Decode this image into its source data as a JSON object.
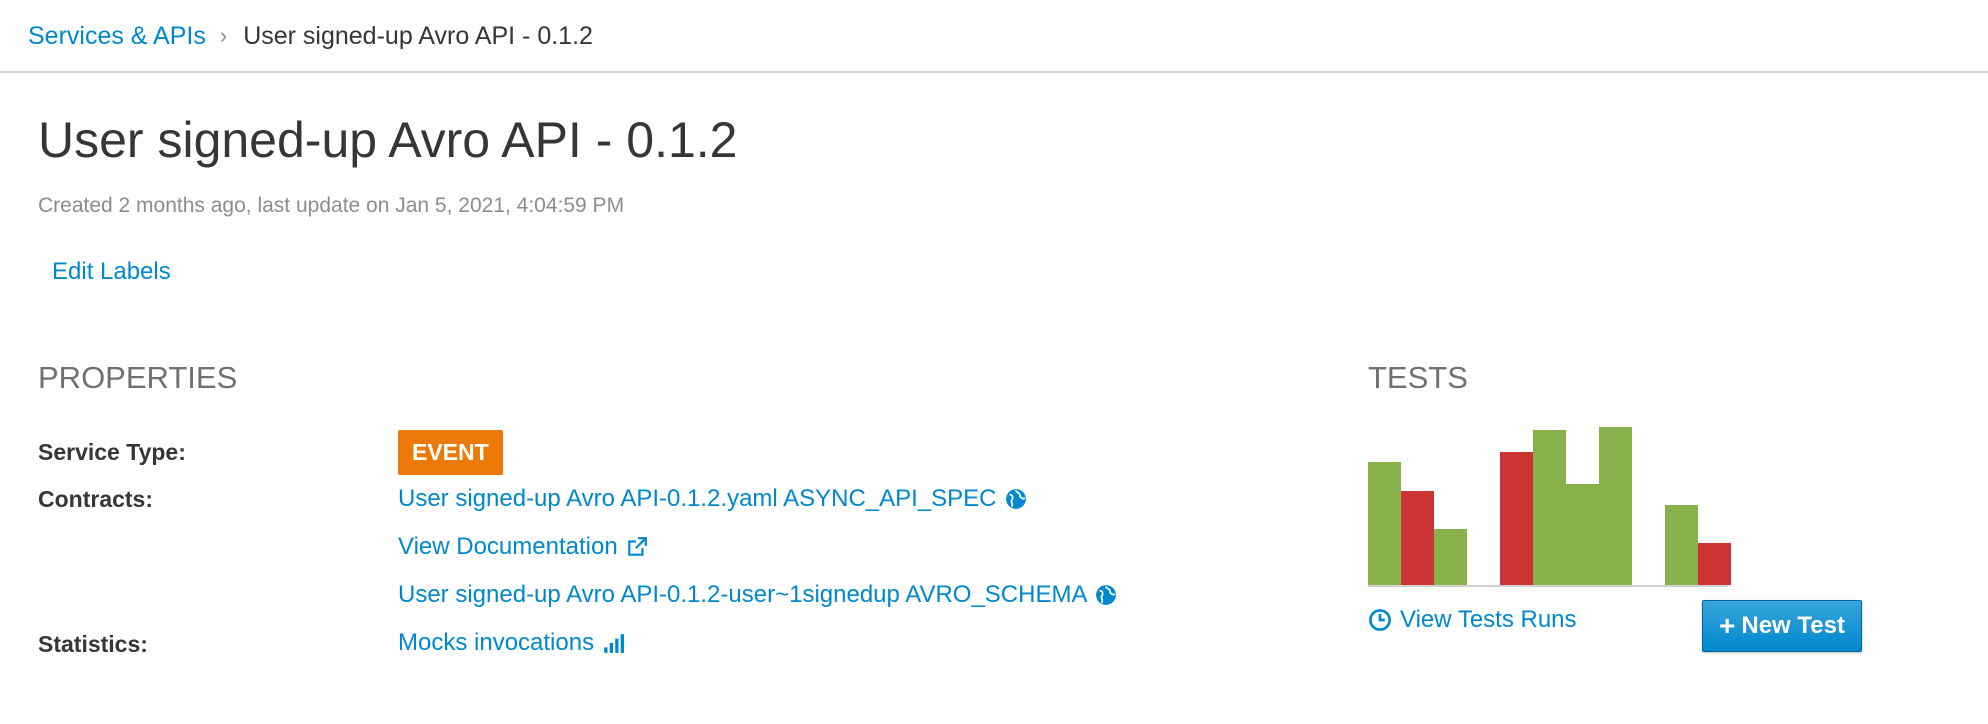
{
  "breadcrumb": {
    "parent": "Services & APIs",
    "separator": "›",
    "current": "User signed-up Avro API - 0.1.2"
  },
  "header": {
    "title": "User signed-up Avro API - 0.1.2",
    "subtitle": "Created 2 months ago, last update on Jan 5, 2021, 4:04:59 PM",
    "edit_labels": "Edit Labels"
  },
  "properties": {
    "section_title": "PROPERTIES",
    "service_type_label": "Service Type:",
    "service_type_value": "EVENT",
    "contracts_label": "Contracts:",
    "contract_1": "User signed-up Avro API-0.1.2.yaml ASYNC_API_SPEC",
    "view_documentation": "View Documentation",
    "contract_2": "User signed-up Avro API-0.1.2-user~1signedup AVRO_SCHEMA",
    "statistics_label": "Statistics:",
    "mocks_invocations": "Mocks invocations"
  },
  "tests": {
    "section_title": "TESTS",
    "view_runs": "View Tests Runs",
    "new_test": "New Test"
  },
  "colors": {
    "link": "#0088ce",
    "badge": "#ec7a08",
    "success": "#88b04b",
    "failure": "#cc3333",
    "baseline": "#d1d1d1"
  },
  "icons": {
    "contract_1": "globe-icon",
    "view_documentation": "external-link-icon",
    "contract_2": "globe-icon",
    "mocks_invocations": "bar-chart-icon",
    "view_runs": "clock-icon",
    "new_test": "plus-icon"
  },
  "chart_data": {
    "type": "bar",
    "ylim": [
      0,
      1
    ],
    "runs": [
      {
        "status": "success",
        "value": 0.77
      },
      {
        "status": "failure",
        "value": 0.59
      },
      {
        "status": "success",
        "value": 0.35
      },
      {
        "status": "gap",
        "value": 0
      },
      {
        "status": "failure",
        "value": 0.83
      },
      {
        "status": "success",
        "value": 0.97
      },
      {
        "status": "success",
        "value": 0.63
      },
      {
        "status": "success",
        "value": 0.99
      },
      {
        "status": "gap",
        "value": 0
      },
      {
        "status": "success",
        "value": 0.5
      },
      {
        "status": "failure",
        "value": 0.26
      }
    ]
  }
}
